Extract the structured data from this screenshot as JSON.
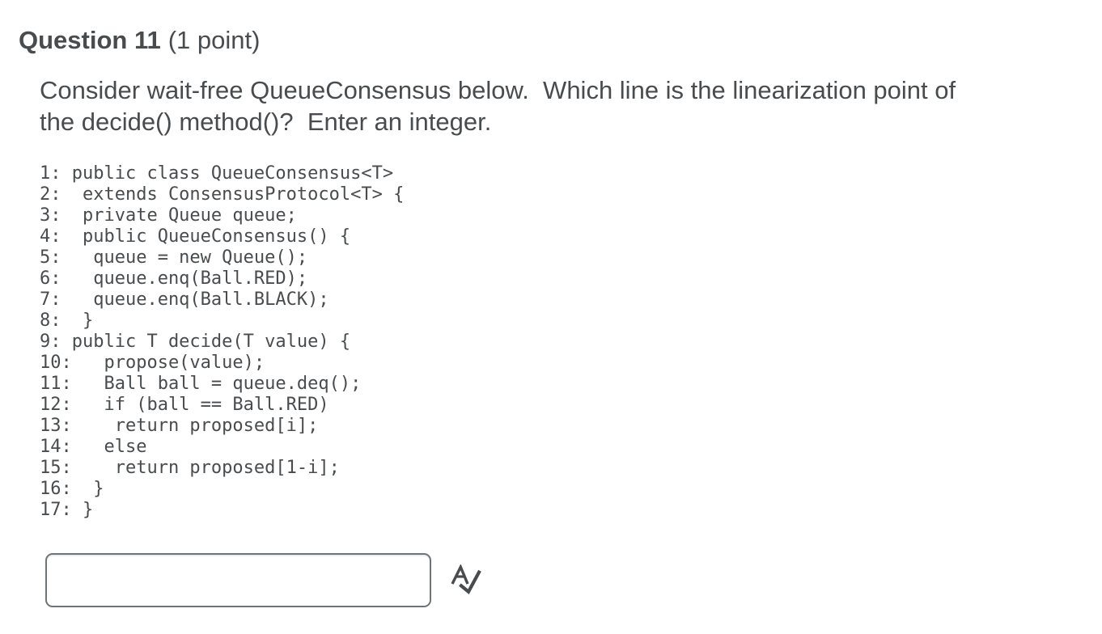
{
  "header": {
    "title": "Question 11",
    "points": "(1 point)"
  },
  "question": {
    "lines": [
      "Consider wait-free QueueConsensus below.  Which line is the linearization point of",
      "the decide() method()?  Enter an integer."
    ]
  },
  "code": {
    "language": "java",
    "lines": [
      "1: public class QueueConsensus<T>",
      "2:  extends ConsensusProtocol<T> {",
      "3:  private Queue queue;",
      "4:  public QueueConsensus() {",
      "5:   queue = new Queue();",
      "6:   queue.enq(Ball.RED);",
      "7:   queue.enq(Ball.BLACK);",
      "8:  }",
      "9: public T decide(T value) {",
      "10:   propose(value);",
      "11:   Ball ball = queue.deq();",
      "12:   if (ball == Ball.RED)",
      "13:    return proposed[i];",
      "14:   else",
      "15:    return proposed[1-i];",
      "16:  }",
      "17: }"
    ]
  },
  "answer": {
    "value": "",
    "spellcheck_icon": "spell-check"
  },
  "colors": {
    "text": "#494c4e",
    "input_border": "#6e7377",
    "background": "#ffffff"
  }
}
